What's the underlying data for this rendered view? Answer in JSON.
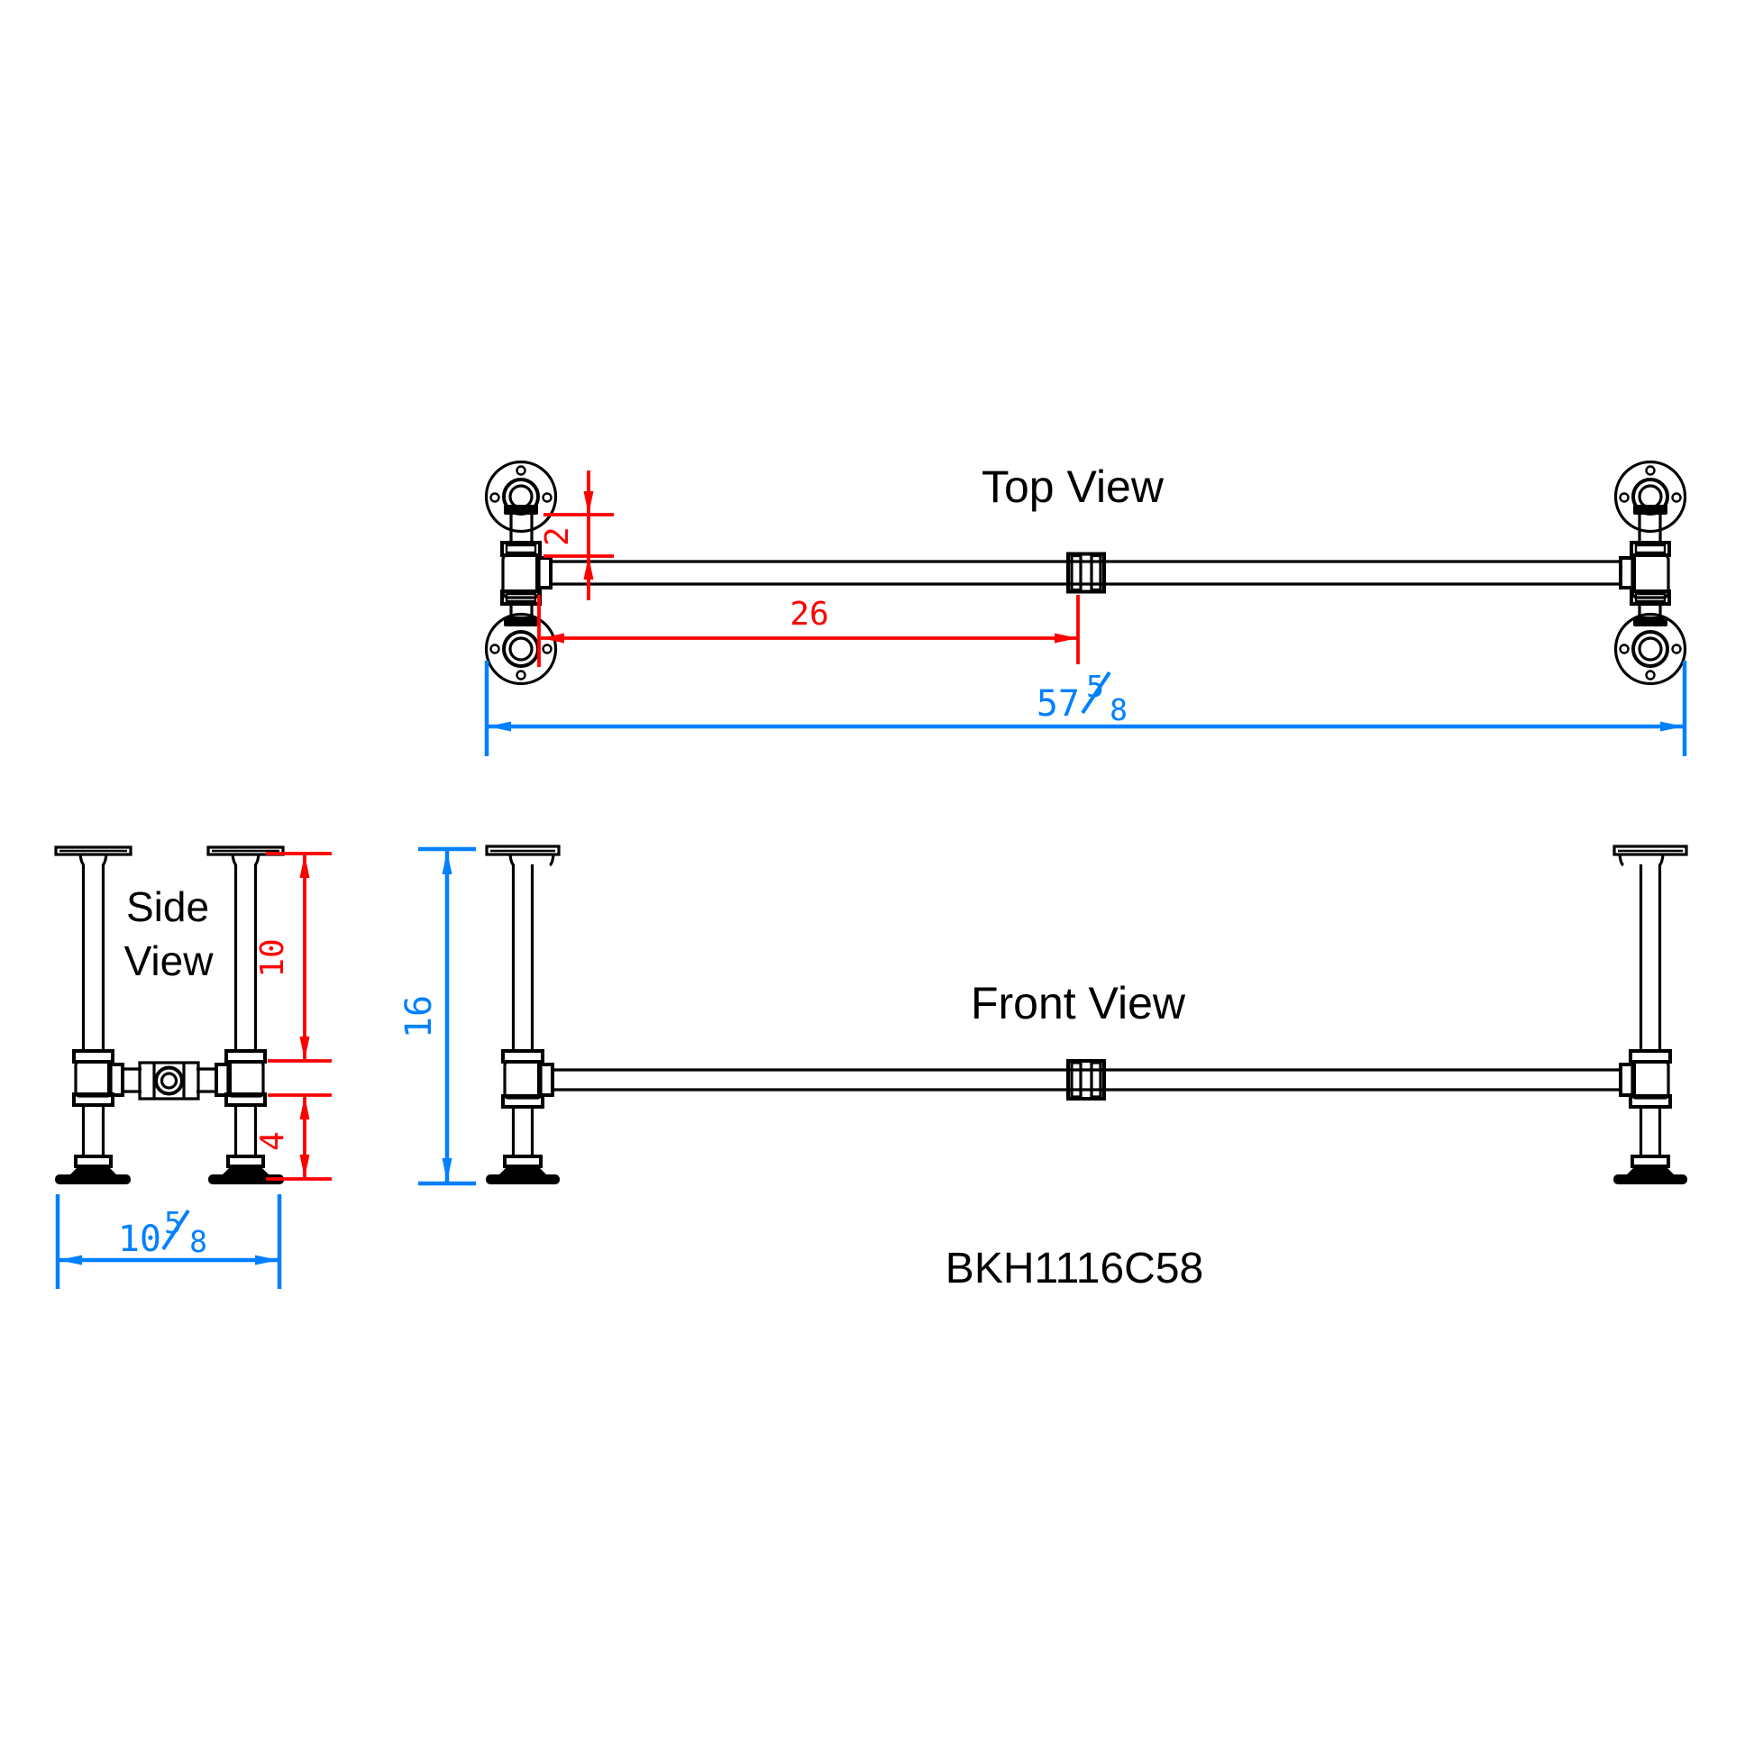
{
  "part_number": "BKH1116C58",
  "views": {
    "top": {
      "label": "Top View"
    },
    "side": {
      "label_line1": "Side",
      "label_line2": "View"
    },
    "front": {
      "label": "Front View"
    }
  },
  "dimensions": {
    "top_view": {
      "flange_to_rail_offset": "2",
      "center_to_leg": "26",
      "overall_length": {
        "whole": "57",
        "numerator": "5",
        "denominator": "8"
      }
    },
    "side_view": {
      "upper_leg_height": "10",
      "lower_leg_height": "4",
      "base_depth": {
        "whole": "10",
        "numerator": "5",
        "denominator": "8"
      }
    },
    "front_view": {
      "overall_height": "16"
    }
  },
  "colors": {
    "line": "#000000",
    "dimension_red": "#ff0000",
    "dimension_blue": "#0080ff",
    "background": "#ffffff"
  }
}
